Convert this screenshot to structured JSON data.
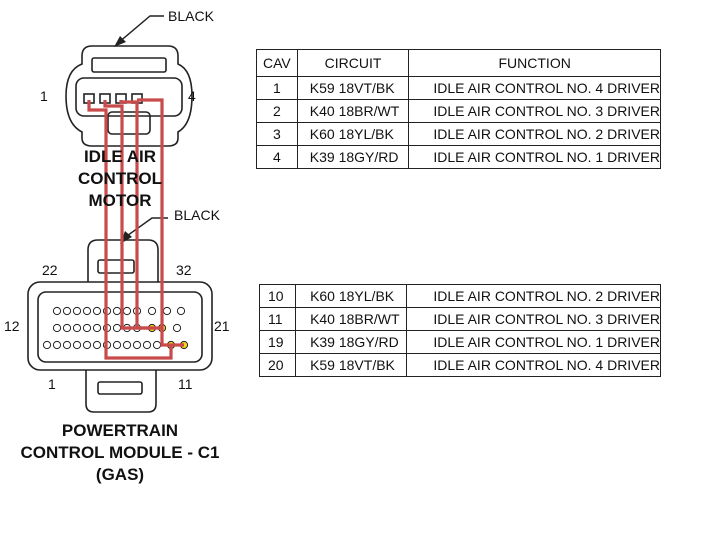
{
  "motor_connector": {
    "color_label": "BLACK",
    "pin_first": "1",
    "pin_last": "4",
    "title_lines": [
      "IDLE AIR",
      "CONTROL",
      "MOTOR"
    ]
  },
  "pcm_connector": {
    "color_label": "BLACK",
    "pin_top_left": "22",
    "pin_top_right": "32",
    "pin_mid_left": "12",
    "pin_mid_right": "21",
    "pin_bottom_left": "1",
    "pin_bottom_right": "11",
    "title_lines": [
      "POWERTRAIN",
      "CONTROL MODULE - C1",
      "(GAS)"
    ]
  },
  "motor_table": {
    "headers": [
      "CAV",
      "CIRCUIT",
      "FUNCTION"
    ],
    "rows": [
      {
        "cav": "1",
        "circuit": "K59 18VT/BK",
        "function": "IDLE AIR CONTROL NO. 4 DRIVER"
      },
      {
        "cav": "2",
        "circuit": "K40 18BR/WT",
        "function": "IDLE AIR CONTROL NO. 3 DRIVER"
      },
      {
        "cav": "3",
        "circuit": "K60 18YL/BK",
        "function": "IDLE AIR CONTROL NO. 2 DRIVER"
      },
      {
        "cav": "4",
        "circuit": "K39 18GY/RD",
        "function": "IDLE AIR CONTROL NO. 1 DRIVER"
      }
    ]
  },
  "pcm_table": {
    "rows": [
      {
        "cav": "10",
        "circuit": "K60 18YL/BK",
        "function": "IDLE AIR CONTROL NO. 2 DRIVER"
      },
      {
        "cav": "11",
        "circuit": "K40 18BR/WT",
        "function": "IDLE AIR CONTROL NO. 3 DRIVER"
      },
      {
        "cav": "19",
        "circuit": "K39 18GY/RD",
        "function": "IDLE AIR CONTROL NO. 1 DRIVER"
      },
      {
        "cav": "20",
        "circuit": "K59 18VT/BK",
        "function": "IDLE AIR CONTROL NO. 4 DRIVER"
      }
    ]
  },
  "colors": {
    "wire": "#c94a4a",
    "highlight_pin": "#f2d21b",
    "outline": "#222222"
  }
}
